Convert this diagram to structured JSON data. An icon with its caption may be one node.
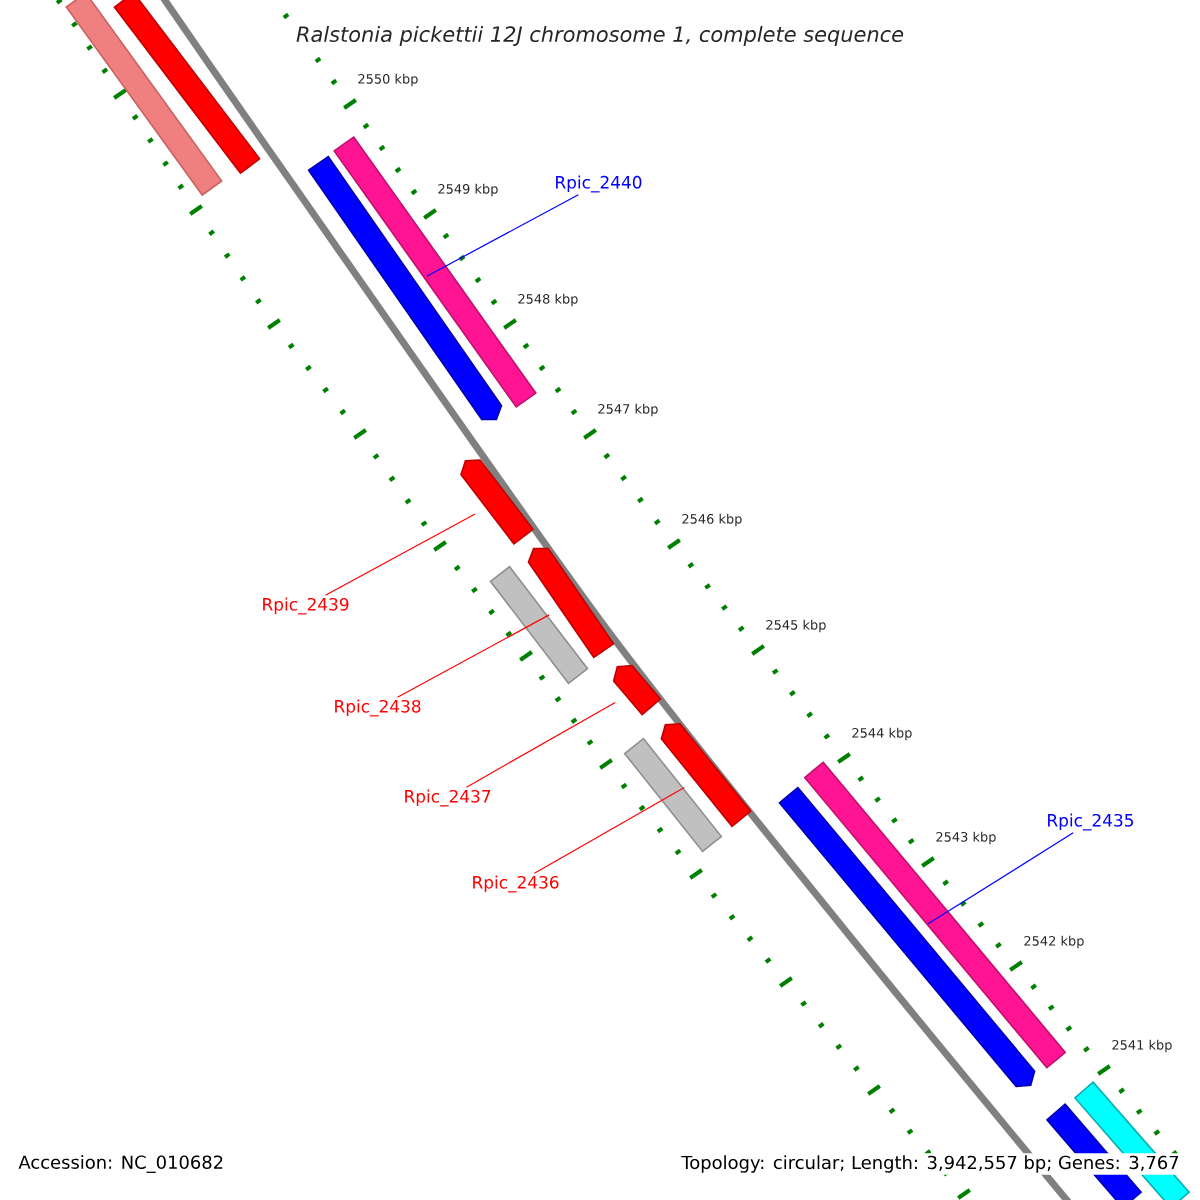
{
  "diagram": {
    "title": "Ralstonia pickettii 12J chromosome 1, complete sequence",
    "nodes": [
      {
        "text": [],
        "shape": "bar"
      },
      {
        "text": [],
        "shape": "bar"
      },
      {
        "text": [
          "Rpic_2440"
        ]
      },
      {
        "text": [],
        "shape": "bar"
      },
      {
        "text": [],
        "shape": "bar"
      },
      {
        "text": [],
        "shape": "bar"
      },
      {
        "text": [
          "Rpic_2439"
        ]
      },
      {
        "text": [],
        "shape": "bar"
      },
      {
        "text": [],
        "shape": "bar"
      },
      {
        "text": [
          "Rpic_2438"
        ]
      },
      {
        "text": [],
        "shape": "bar"
      },
      {
        "text": [
          "Rpic_2437"
        ]
      },
      {
        "text": [],
        "shape": "bar"
      },
      {
        "text": [],
        "shape": "bar"
      },
      {
        "text": [
          "Rpic_2436"
        ]
      },
      {
        "text": [
          "Rpic_2435"
        ]
      },
      {
        "text": [],
        "shape": "bar"
      },
      {
        "text": [],
        "shape": "bar"
      },
      {
        "text": [],
        "shape": "bar"
      },
      {
        "text": [],
        "shape": "bar"
      }
    ],
    "edges": [
      {
        "from": 2,
        "to": 3,
        "arrow": "none",
        "color": "#0000ff"
      },
      {
        "from": 6,
        "to": 5,
        "arrow": "none",
        "color": "#ff0000"
      },
      {
        "from": 9,
        "to": 8,
        "arrow": "none",
        "color": "#ff0000"
      },
      {
        "from": 11,
        "to": 10,
        "arrow": "none",
        "color": "#ff0000"
      },
      {
        "from": 14,
        "to": 13,
        "arrow": "none",
        "color": "#ff0000"
      },
      {
        "from": 15,
        "to": 17,
        "arrow": "none",
        "color": "#0000ff"
      }
    ],
    "labels": [
      "2550 kbp",
      "2549 kbp",
      "2548 kbp",
      "2547 kbp",
      "2546 kbp",
      "2545 kbp",
      "2544 kbp",
      "2543 kbp",
      "2542 kbp",
      "2541 kbp",
      "Accession: NC_010682",
      "Topology: circular; Length: 3,942,557 bp; Genes: 3,767"
    ]
  }
}
